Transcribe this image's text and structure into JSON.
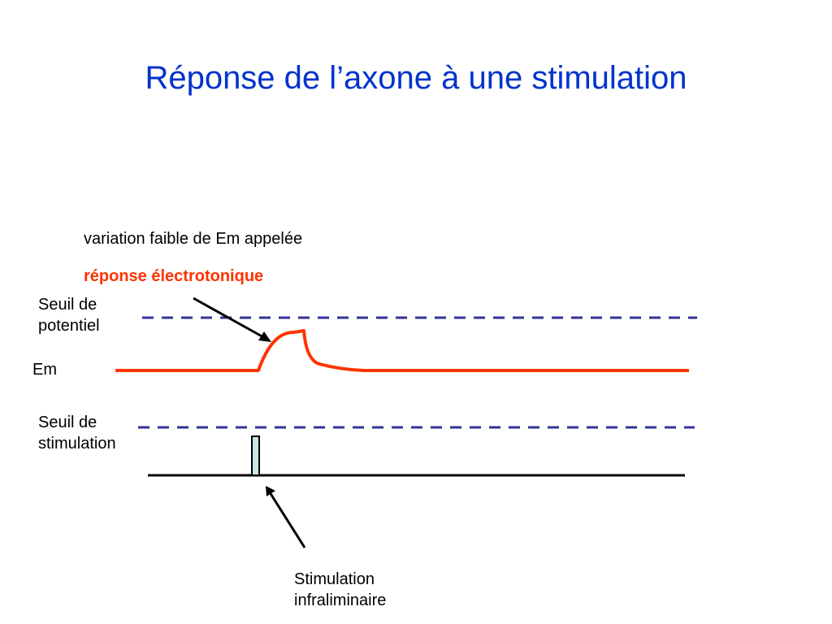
{
  "title": "Réponse de l’axone à une stimulation",
  "caption": {
    "line1": "variation faible de Em appelée",
    "line2": "réponse électrotonique"
  },
  "labels": {
    "seuil_potentiel": [
      "Seuil de",
      "potentiel"
    ],
    "em": "Em",
    "seuil_stimulation": [
      "Seuil de",
      "stimulation"
    ],
    "stimulation_infraliminaire": [
      "Stimulation",
      "infraliminaire"
    ]
  },
  "colors": {
    "title": "#0033cc",
    "response_trace": "#ff3300",
    "threshold_dashes": "#333399",
    "stimulus_fill": "#c8e6e6",
    "baseline": "#000000"
  }
}
